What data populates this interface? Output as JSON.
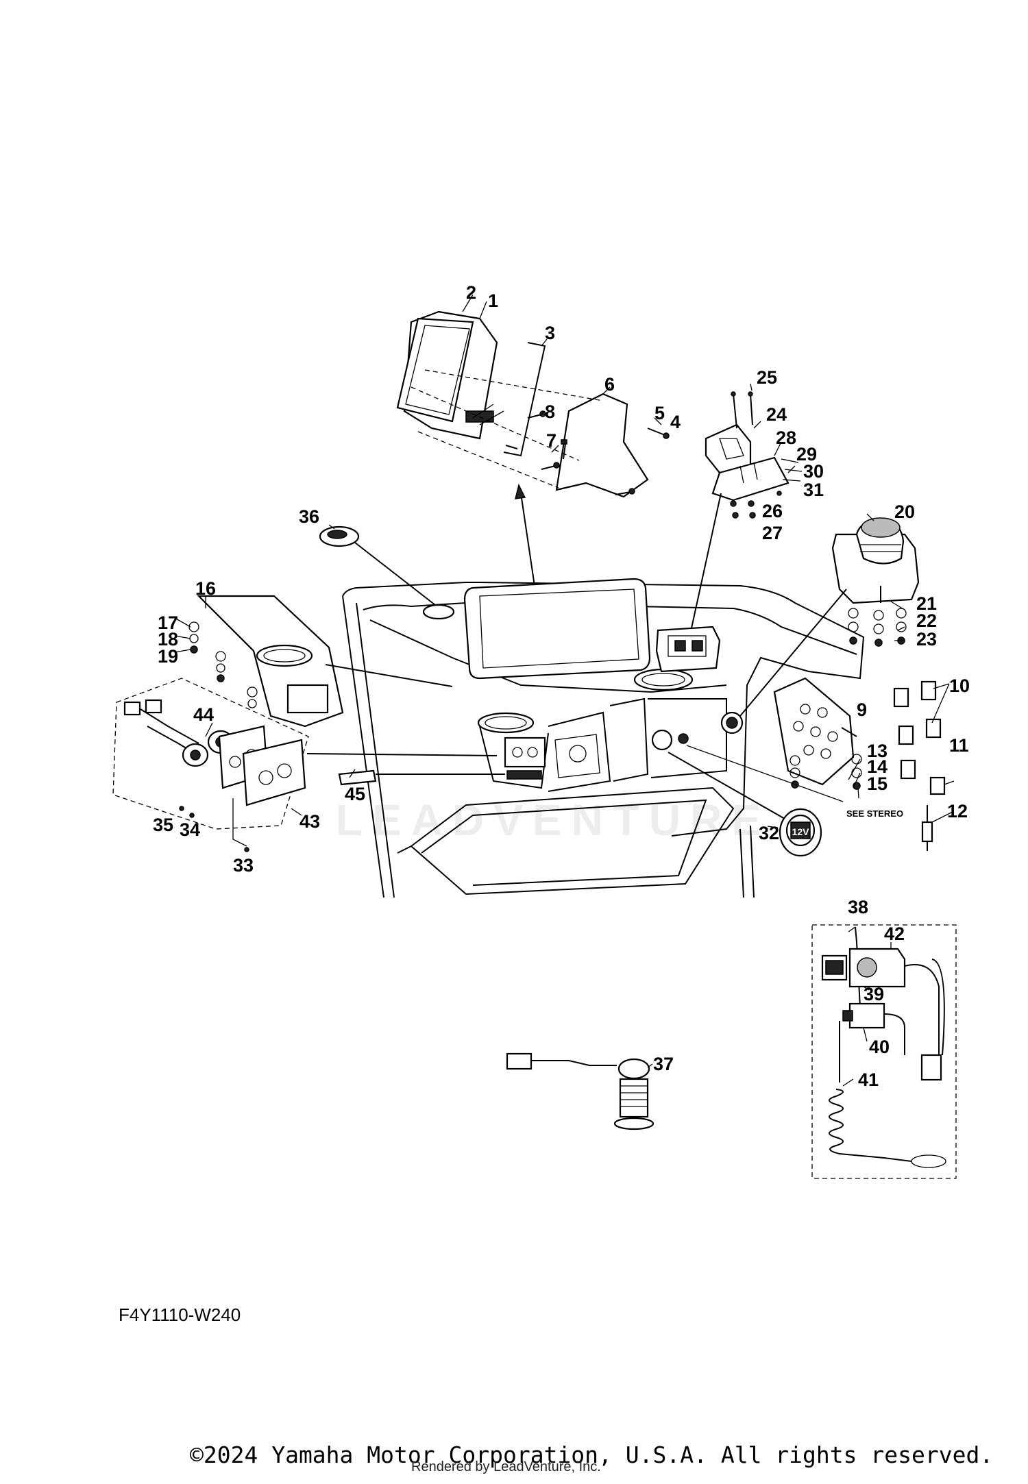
{
  "diagram": {
    "callouts": [
      "1",
      "2",
      "3",
      "4",
      "5",
      "6",
      "7",
      "8",
      "9",
      "10",
      "11",
      "12",
      "13",
      "14",
      "15",
      "16",
      "17",
      "18",
      "19",
      "20",
      "21",
      "22",
      "23",
      "24",
      "25",
      "26",
      "27",
      "28",
      "29",
      "30",
      "31",
      "32",
      "33",
      "34",
      "35",
      "36",
      "37",
      "38",
      "39",
      "40",
      "41",
      "42",
      "43",
      "44",
      "45"
    ],
    "see_stereo_note": "SEE STEREO",
    "diagram_code": "F4Y1110-W240",
    "watermark_text": "LEADVENTURE",
    "copyright": "©2024 Yamaha Motor Corporation, U.S.A. All rights reserved.",
    "rendered_by": "Rendered by LeadVenture, Inc."
  },
  "colors": {
    "ink": "#000000",
    "paper": "#ffffff"
  }
}
